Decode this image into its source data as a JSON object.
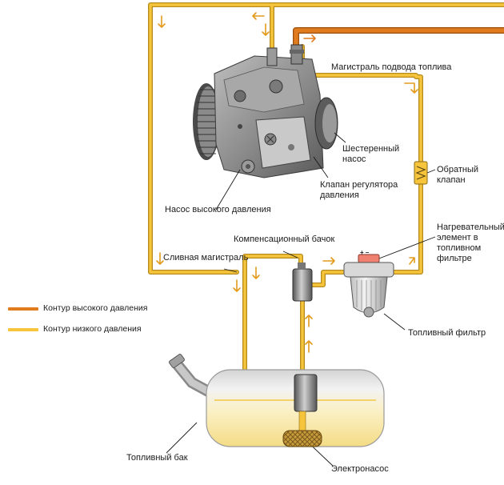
{
  "colors": {
    "high_pressure": "#E07C1E",
    "low_pressure": "#F6C53C",
    "fuel_fill": "#FBF0C4",
    "tank_shell": "#E6E6E6",
    "filter_heater": "#F08070"
  },
  "legend": {
    "high_pressure": "Контур высокого давления",
    "low_pressure": "Контур низкого давления"
  },
  "labels": {
    "supply_line": "Магистраль подвода топлива",
    "gear_pump": "Шестеренный\nнасос",
    "pressure_valve": "Клапан регулятора\nдавления",
    "hp_pump": "Насос высокого давления",
    "check_valve": "Обратный\nклапан",
    "heater": "Нагревательный\nэлемент в\nтопливном\nфильтре",
    "comp_tank": "Компенсационный бачок",
    "return_line": "Сливная магистраль",
    "fuel_filter": "Топливный фильтр",
    "fuel_tank": "Топливный бак",
    "electric_pump": "Электронасос",
    "heater_signs": "+ –"
  },
  "icons": {
    "flow_arrows": "arrow-icon",
    "pump": "high-pressure-pump-icon",
    "filter": "fuel-filter-icon",
    "tank": "fuel-tank-icon"
  }
}
